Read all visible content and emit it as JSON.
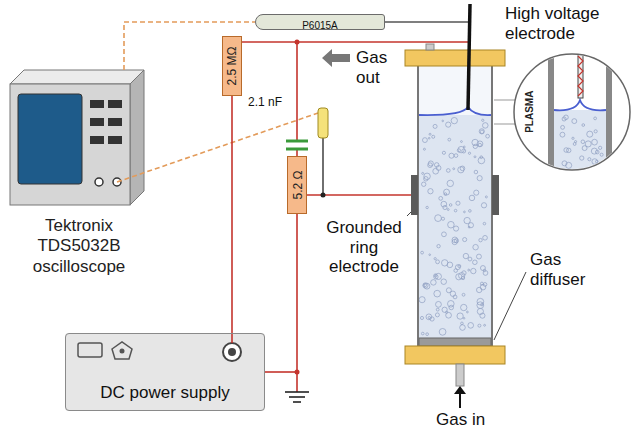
{
  "diagram": {
    "nodes": [
      {
        "text": [
          "Tektronix TDS5032B oscilloscope"
        ]
      },
      {
        "text": [
          "P6015A"
        ]
      },
      {
        "text": [
          "2.5 MΩ"
        ]
      },
      {
        "text": [
          "5.2 Ω"
        ]
      },
      {
        "text": [
          "DC power supply"
        ]
      }
    ],
    "edges": [
      {
        "from": 0,
        "to": 1,
        "arrow": "none"
      },
      {
        "from": 4,
        "to": 2,
        "arrow": "none"
      }
    ],
    "labels": [
      "High voltage electrode",
      "Gas out",
      "2.1 nF",
      "PLASMA",
      "Grounded ring electrode",
      "Gas diffuser",
      "Gas in"
    ]
  }
}
